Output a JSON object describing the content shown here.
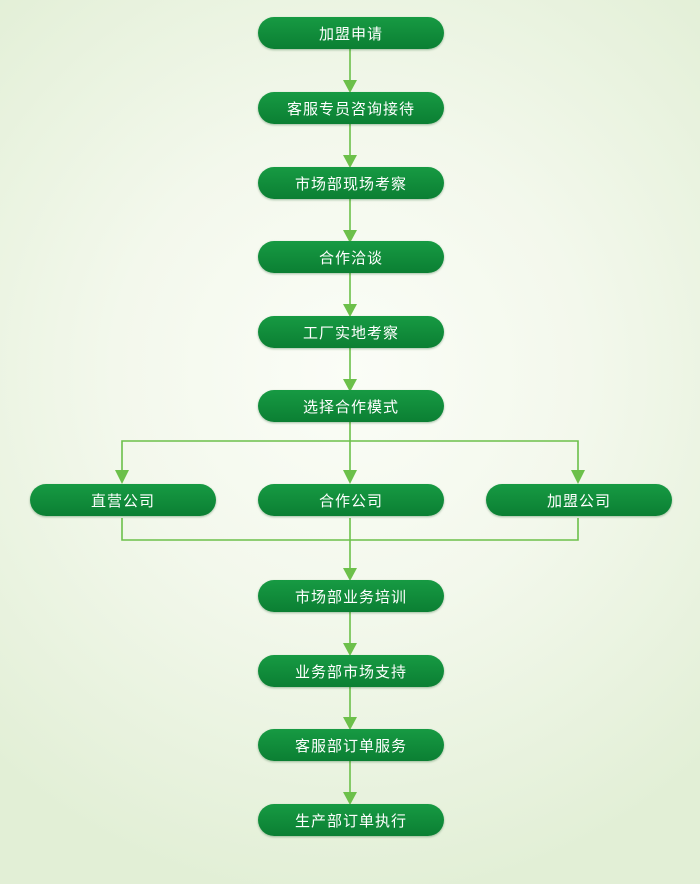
{
  "colors": {
    "node_fill": "#0e8a3a",
    "connector": "#6cc04a",
    "text": "#ffffff"
  },
  "steps": {
    "s1": "加盟申请",
    "s2": "客服专员咨询接待",
    "s3": "市场部现场考察",
    "s4": "合作洽谈",
    "s5": "工厂实地考察",
    "s6": "选择合作模式",
    "s7": "市场部业务培训",
    "s8": "业务部市场支持",
    "s9": "客服部订单服务",
    "s10": "生产部订单执行"
  },
  "options": {
    "o1": "直营公司",
    "o2": "合作公司",
    "o3": "加盟公司"
  }
}
